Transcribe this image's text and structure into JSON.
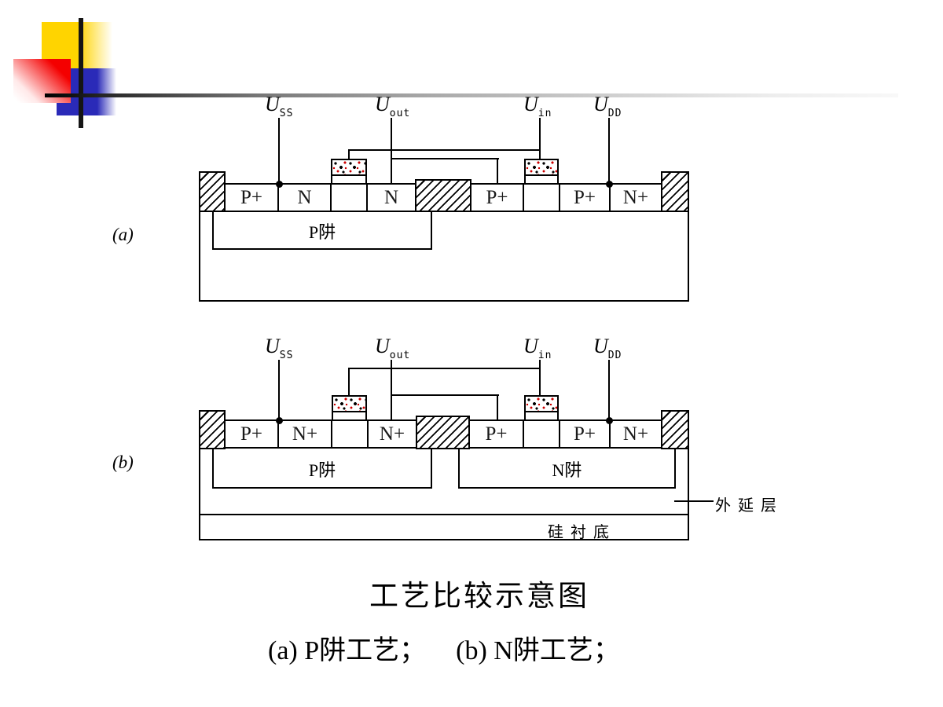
{
  "decoration": {
    "yellow_square_color": "#ffd400",
    "blue_square_color": "#2a2ab8",
    "red_square_color": "#f40000",
    "line_color": "#000000"
  },
  "diagram_a": {
    "side_label": "(a)",
    "terminals": [
      {
        "main": "U",
        "sub": "SS"
      },
      {
        "main": "U",
        "sub": "out"
      },
      {
        "main": "U",
        "sub": "in"
      },
      {
        "main": "U",
        "sub": "DD"
      }
    ],
    "regions": [
      "P+",
      "N",
      "N",
      "P+",
      "P+",
      "N+"
    ],
    "well_label": "P阱"
  },
  "diagram_b": {
    "side_label": "(b)",
    "terminals": [
      {
        "main": "U",
        "sub": "SS"
      },
      {
        "main": "U",
        "sub": "out"
      },
      {
        "main": "U",
        "sub": "in"
      },
      {
        "main": "U",
        "sub": "DD"
      }
    ],
    "regions": [
      "P+",
      "N+",
      "N+",
      "P+",
      "P+",
      "N+"
    ],
    "wells": [
      "P阱",
      "N阱"
    ],
    "epi_label": "外延层",
    "substrate_label": "硅衬底"
  },
  "caption": {
    "title": "工艺比较示意图",
    "item_a": "(a) P阱工艺；",
    "item_b": "(b) N阱工艺；"
  },
  "colors": {
    "line": "#000000",
    "gate_speckle_red": "#cc0000"
  }
}
